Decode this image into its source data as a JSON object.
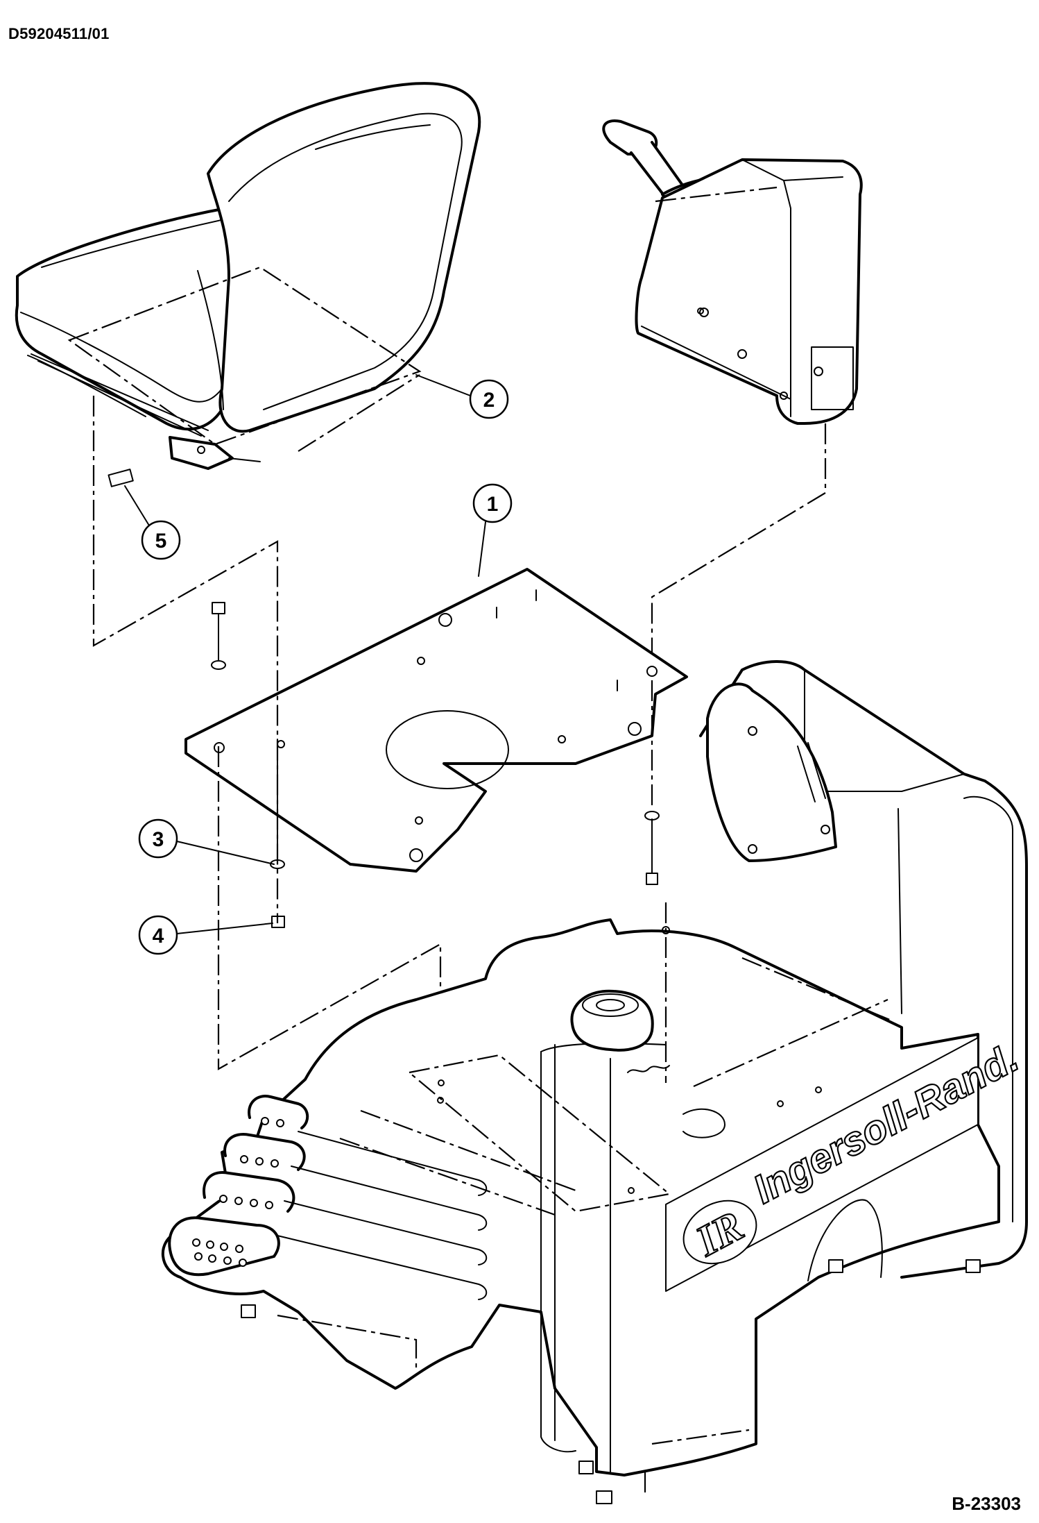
{
  "document_id": "D59204511/01",
  "figure_id": "B-23303",
  "callouts": [
    "1",
    "2",
    "3",
    "4",
    "5"
  ],
  "brand": {
    "logo_letters": "IR",
    "name": "Ingersoll-Rand."
  }
}
